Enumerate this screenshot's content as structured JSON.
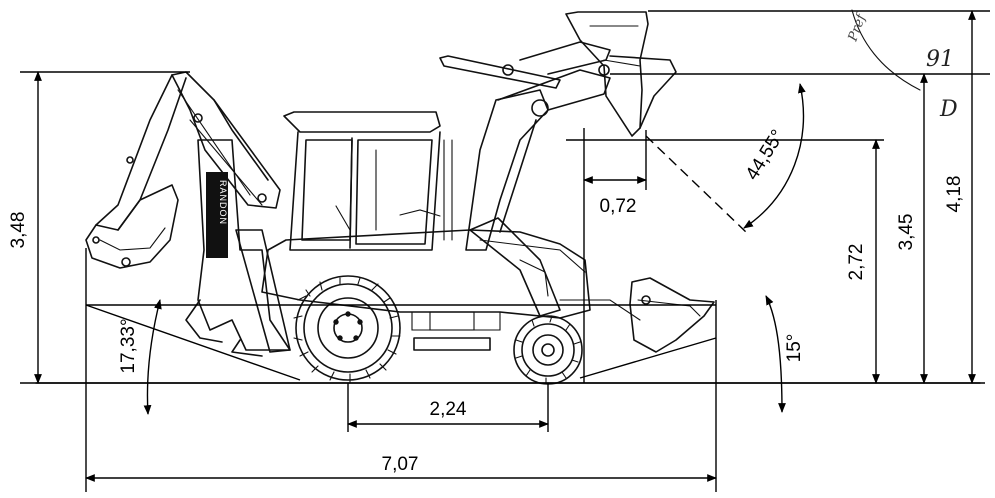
{
  "brand_text": "RANDON",
  "dimensions": {
    "overall_length": "7,07",
    "wheelbase": "2,24",
    "backhoe_height": "3,48",
    "rear_angle": "17,33°",
    "front_angle": "15°",
    "dump_reach": "0,72",
    "dump_angle": "44,55°",
    "dump_clearance": "2,72",
    "hinge_pin_height": "3,45",
    "max_height": "4,18"
  },
  "annotations": {
    "mark_top": "Pref",
    "mark_a": "91",
    "mark_b": "D"
  }
}
